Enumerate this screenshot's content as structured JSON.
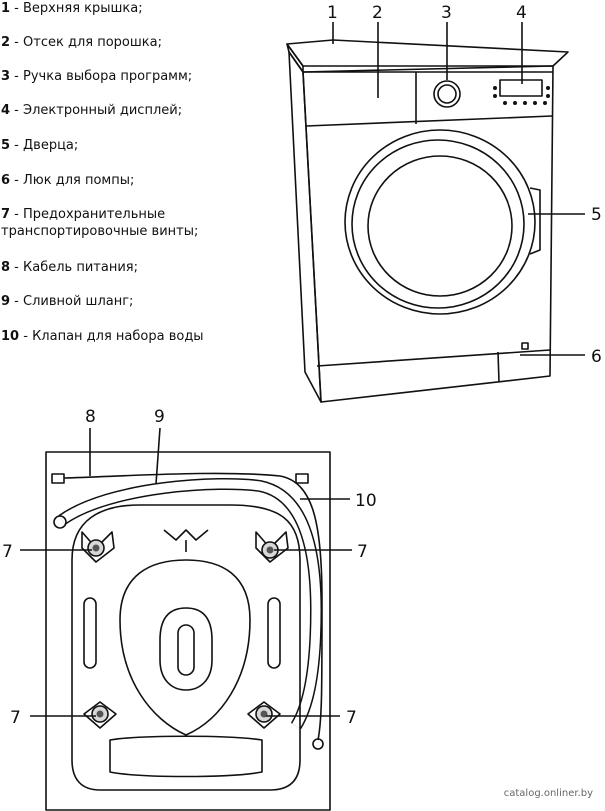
{
  "legend": [
    {
      "num": "1",
      "sep": " - ",
      "text": "Верхняя крышка;"
    },
    {
      "num": "2",
      "sep": " - ",
      "text": "Отсек для порошка;"
    },
    {
      "num": "3",
      "sep": " - ",
      "text": "Ручка выбора программ;"
    },
    {
      "num": "4",
      "sep": " - ",
      "text": "Электронный дисплей;"
    },
    {
      "num": "5",
      "sep": " - ",
      "text": "Дверца;"
    },
    {
      "num": "6",
      "sep": " - ",
      "text": "Люк для помпы;"
    },
    {
      "num": "7",
      "sep": " - ",
      "text": "Предохранительные транспортировочные винты;"
    },
    {
      "num": "8",
      "sep": " - ",
      "text": "Кабель питания;"
    },
    {
      "num": "9",
      "sep": " - ",
      "text": "Сливной шланг;"
    },
    {
      "num": "10",
      "sep": " - ",
      "text": "Клапан для набора воды"
    }
  ],
  "callouts": {
    "front": [
      "1",
      "2",
      "3",
      "4",
      "5",
      "6"
    ],
    "back": [
      "8",
      "9",
      "10",
      "7",
      "7",
      "7",
      "7"
    ]
  },
  "watermark": "catalog.onliner.by"
}
